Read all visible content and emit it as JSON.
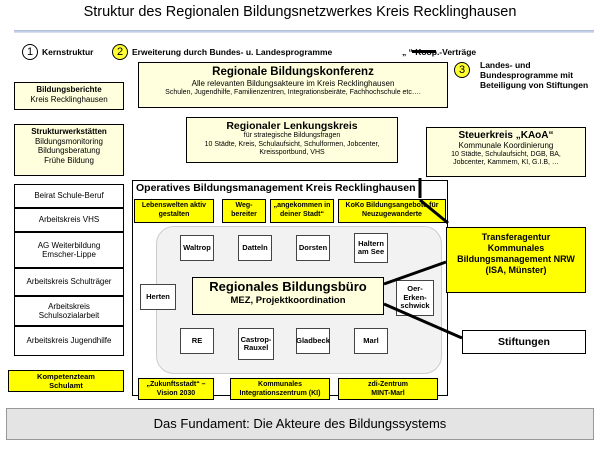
{
  "title": "Struktur des Regionalen Bildungsnetzwerkes Kreis Recklinghausen",
  "legend": {
    "n1": "1",
    "l1": "Kernstruktur",
    "n2": "2",
    "l2": "Erweiterung  durch Bundes-  u. Landesprogramme",
    "l3": "„                “ Koop.-Verträge",
    "n3": "3",
    "l4": "Landes- und Bundesprogramme mit  Beteiligung von Stiftungen"
  },
  "berichte": {
    "l1": "Bildungsberichte",
    "l2": "Kreis Recklinghausen"
  },
  "konferenz": {
    "title": "Regionale Bildungskonferenz",
    "sub": "Alle relevanten  Bildungsakteure im Kreis Recklinghausen",
    "members": "Schulen, Jugendhilfe, Familienzentren, Integrationsbeiräte,  Fachhochschule etc…."
  },
  "werkstaetten": {
    "title": "Strukturwerkstätten",
    "items": [
      "Bildungsmonitoring",
      "Bildungsberatung",
      "Frühe Bildung"
    ]
  },
  "lenkungskreis": {
    "title": "Regionaler Lenkungskreis",
    "l1": "für strategische Bildungsfragen",
    "l2": "10 Städte, Kreis, Schulaufsicht, Schulformen, Jobcenter,",
    "l3": "Kreissportbund, VHS"
  },
  "steuerkreis": {
    "title": "Steuerkreis „KAoA“",
    "sub": "Kommunale Koordinierung",
    "l1": "10 Städte, Schulaufsicht, DGB, BA,",
    "l2": "Jobcenter, Kammern, KI, G.I.B, …"
  },
  "arbeitskreise": [
    "Beirat Schule-Beruf",
    "Arbeitskreis VHS",
    "AG Weiterbildung Emscher-Lippe",
    "Arbeitskreis Schulträger",
    "Arbeitskreis Schulsozialarbeit",
    "Arbeitskreis Jugendhilfe"
  ],
  "kompetenzteam": "Kompetenzteam Schulamt",
  "operativ": {
    "title": "Operatives Bildungsmanagement Kreis Recklinghausen"
  },
  "programme": [
    "Lebenswelten aktiv gestalten",
    "Weg-bereiter",
    "„angekommen in deiner Stadt“",
    "KoKo Bildungsangebote für Neuzugewanderte"
  ],
  "staedte": {
    "waltrop": "Waltrop",
    "datteln": "Datteln",
    "dorsten": "Dorsten",
    "haltern": "Haltern am See",
    "herten": "Herten",
    "oer": "Oer-Erken-schwick",
    "re": "RE",
    "castrop": "Castrop-Rauxel",
    "gladbeck": "Gladbeck",
    "marl": "Marl"
  },
  "buero": {
    "title": "Regionales Bildungsbüro",
    "sub": "MEZ,  Projektkoordination"
  },
  "transfer": "Transferagentur Kommunales Bildungsmanagement NRW (ISA, Münster)",
  "stiftungen": "Stiftungen",
  "bottom_programs": [
    "„Zukunftsstadt“ –Vision 2030",
    "Kommunales Integrationszentrum (KI)",
    "zdi-Zentrum MINT-Marl"
  ],
  "fundament": "Das Fundament: Die Akteure des Bildungssystems"
}
